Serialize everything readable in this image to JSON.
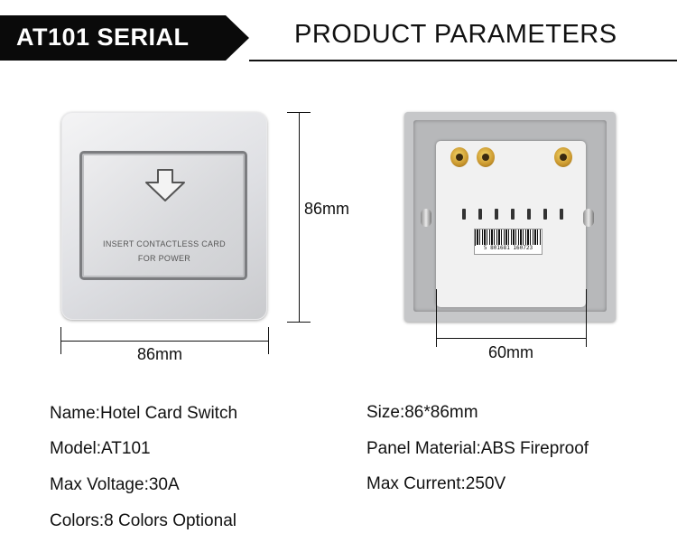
{
  "header": {
    "series_label": "AT101 SERIAL",
    "title": "PRODUCT PARAMETERS"
  },
  "front_panel": {
    "line1": "INSERT CONTACTLESS CARD",
    "line2": "FOR POWER",
    "icon": "arrow-down-icon"
  },
  "back_panel": {
    "barcode_number": "5 801681 160723"
  },
  "dimensions": {
    "front_width": "86mm",
    "front_height": "86mm",
    "back_width": "60mm"
  },
  "specs_left": [
    "Name:Hotel Card Switch",
    "Model:AT101",
    "Max Voltage:30A",
    "Colors:8 Colors Optional"
  ],
  "specs_right": [
    "Size:86*86mm",
    "Panel Material:ABS Fireproof",
    "Max Current:250V"
  ],
  "colors": {
    "header_bg": "#0a0a0a",
    "terminal_brass": "#c9962d"
  }
}
